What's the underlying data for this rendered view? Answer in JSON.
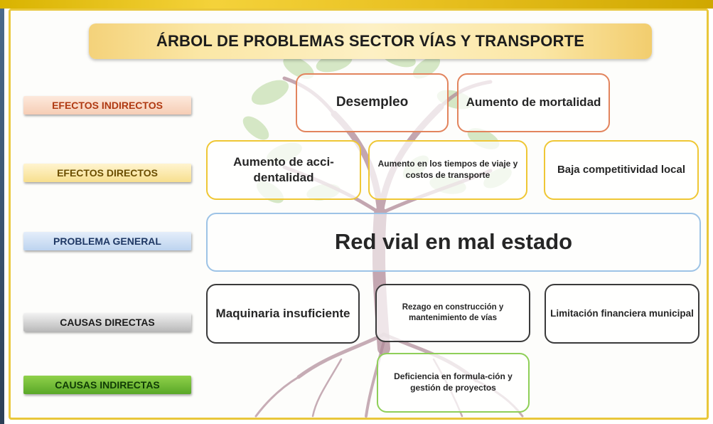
{
  "title": "ÁRBOL DE PROBLEMAS SECTOR VÍAS Y TRANSPORTE",
  "labels": {
    "efectos_indirectos": "EFECTOS INDIRECTOS",
    "efectos_directos": "EFECTOS DIRECTOS",
    "problema_general": "PROBLEMA GENERAL",
    "causas_directas": "CAUSAS DIRECTAS",
    "causas_indirectas": "CAUSAS INDIRECTAS"
  },
  "efectos_indirectos": {
    "desempleo": "Desempleo",
    "mortalidad": "Aumento de mortalidad"
  },
  "efectos_directos": {
    "accidentalidad": "Aumento de acci-dentalidad",
    "tiempos": "Aumento en los tiempos de viaje y costos de transporte",
    "competitividad": "Baja competitividad local"
  },
  "problema_general": "Red vial en mal estado",
  "causas_directas": {
    "maquinaria": "Maquinaria insuficiente",
    "rezago": "Rezago en construcción y mantenimiento de vías",
    "limitacion": "Limitación financiera municipal"
  },
  "causas_indirectas": {
    "deficiencia": "Deficiencia en formula-ción y gestión de proyectos"
  },
  "colors": {
    "efectos_indirectos": "#e2845d",
    "efectos_directos": "#efc735",
    "problema_general": "#9dc3e6",
    "causas_directas": "#3a3a3a",
    "causas_indirectas": "#8fcf58",
    "frame": "#e9c73a"
  }
}
